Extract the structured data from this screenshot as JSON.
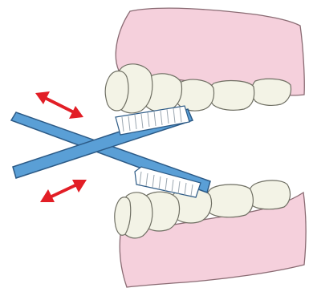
{
  "diagram": {
    "subject": "brushing-technique-illustration",
    "colors": {
      "gum": "#f5d0dc",
      "gum_outline": "#8a6b73",
      "tooth": "#f3f3e6",
      "tooth_outline": "#6f6f63",
      "brush_handle": "#5a9fd6",
      "brush_outline": "#2c5a86",
      "bristles": "#ffffff",
      "bristle_lines": "#9aa6b0",
      "arrow": "#e21e26",
      "background": "#ffffff"
    },
    "arrows": [
      {
        "name": "upper-motion-arrow",
        "direction": "bidirectional"
      },
      {
        "name": "lower-motion-arrow",
        "direction": "bidirectional"
      }
    ],
    "toothbrushes": [
      {
        "name": "upper-toothbrush",
        "target": "upper-teeth"
      },
      {
        "name": "lower-toothbrush",
        "target": "lower-teeth"
      }
    ]
  }
}
